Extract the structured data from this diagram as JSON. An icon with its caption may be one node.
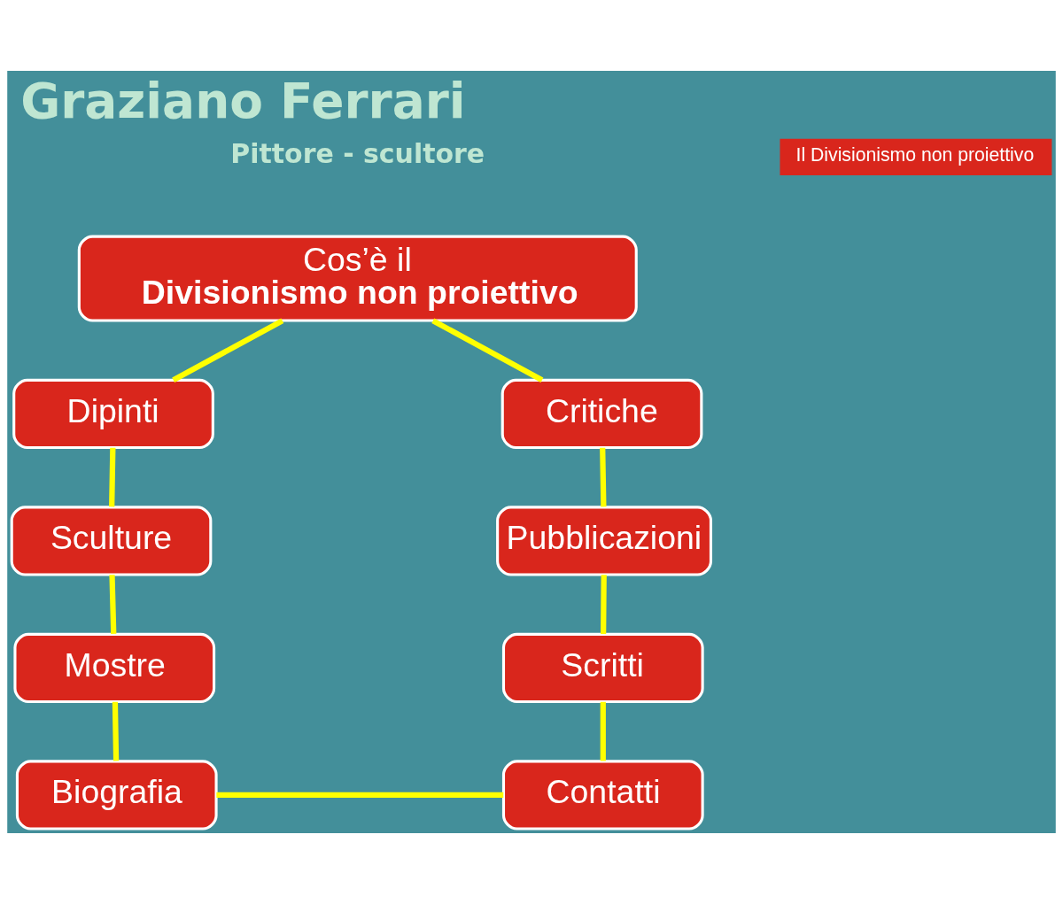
{
  "diagram": {
    "title": "Graziano Ferrari",
    "nodes": [
      {
        "text": [
          "Il Divisionismo non proiettivo"
        ]
      },
      {
        "text": [
          "Cos’è il",
          "Divisionismo non proiettivo"
        ]
      },
      {
        "text": [
          "Dipinti"
        ]
      },
      {
        "text": [
          "Critiche"
        ]
      },
      {
        "text": [
          "Sculture"
        ]
      },
      {
        "text": [
          "Pubblicazioni"
        ]
      },
      {
        "text": [
          "Mostre"
        ]
      },
      {
        "text": [
          "Scritti"
        ]
      },
      {
        "text": [
          "Biografia"
        ]
      },
      {
        "text": [
          "Contatti"
        ]
      }
    ],
    "edges": [
      {
        "from": 1,
        "to": 2,
        "arrow": "none"
      },
      {
        "from": 2,
        "to": 4,
        "arrow": "none"
      },
      {
        "from": 4,
        "to": 6,
        "arrow": "none"
      },
      {
        "from": 6,
        "to": 8,
        "arrow": "none"
      },
      {
        "from": 8,
        "to": 9,
        "arrow": "none"
      },
      {
        "from": 9,
        "to": 7,
        "arrow": "none"
      },
      {
        "from": 7,
        "to": 5,
        "arrow": "none"
      },
      {
        "from": 5,
        "to": 3,
        "arrow": "none"
      },
      {
        "from": 3,
        "to": 1,
        "arrow": "none"
      }
    ],
    "labels": [
      "Pittore - scultore"
    ]
  }
}
